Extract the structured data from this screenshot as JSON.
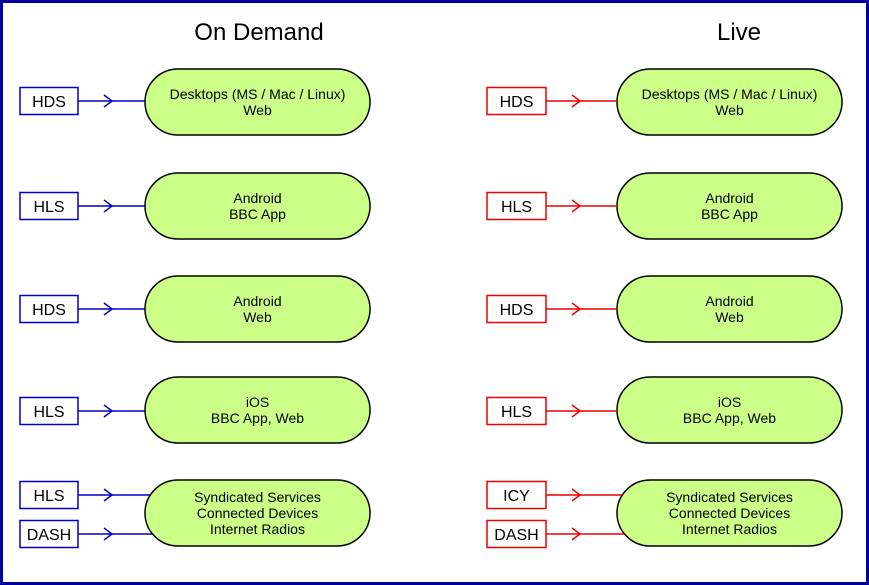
{
  "colors": {
    "frame": "#0000a0",
    "node_fill": "#ccff88",
    "on_demand_accent": "#0000cc",
    "live_accent": "#ee0000"
  },
  "columns": [
    {
      "title": "On Demand",
      "accent": "on_demand_accent",
      "rows": [
        {
          "protocols": [
            "HDS"
          ],
          "node_lines": [
            "Desktops (MS / Mac / Linux)",
            "Web"
          ]
        },
        {
          "protocols": [
            "HLS"
          ],
          "node_lines": [
            "Android",
            "BBC App"
          ]
        },
        {
          "protocols": [
            "HDS"
          ],
          "node_lines": [
            "Android",
            "Web"
          ]
        },
        {
          "protocols": [
            "HLS"
          ],
          "node_lines": [
            "iOS",
            "BBC App, Web"
          ]
        },
        {
          "protocols": [
            "HLS",
            "DASH"
          ],
          "node_lines": [
            "Syndicated Services",
            "Connected Devices",
            "Internet Radios"
          ]
        }
      ]
    },
    {
      "title": "Live",
      "accent": "live_accent",
      "rows": [
        {
          "protocols": [
            "HDS"
          ],
          "node_lines": [
            "Desktops (MS / Mac / Linux)",
            "Web"
          ]
        },
        {
          "protocols": [
            "HLS"
          ],
          "node_lines": [
            "Android",
            "BBC App"
          ]
        },
        {
          "protocols": [
            "HDS"
          ],
          "node_lines": [
            "Android",
            "Web"
          ]
        },
        {
          "protocols": [
            "HLS"
          ],
          "node_lines": [
            "iOS",
            "BBC App, Web"
          ]
        },
        {
          "protocols": [
            "ICY",
            "DASH"
          ],
          "node_lines": [
            "Syndicated Services",
            "Connected Devices",
            "Internet Radios"
          ]
        }
      ]
    }
  ]
}
